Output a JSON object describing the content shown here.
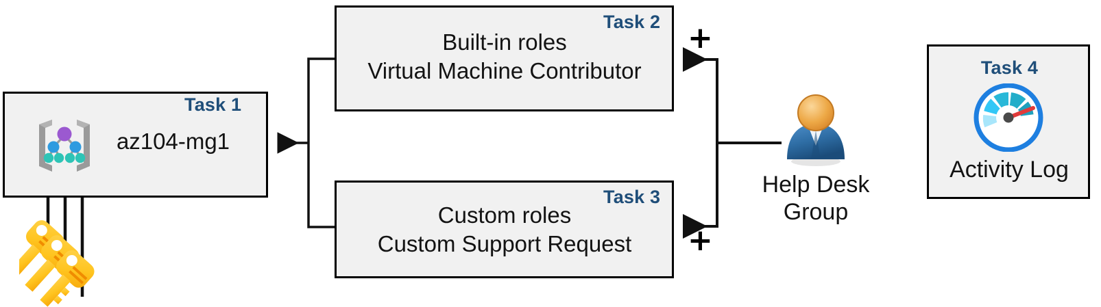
{
  "diagram": {
    "title": "Azure RBAC task diagram",
    "colors": {
      "task_label": "#1F4E79",
      "box_fill": "#F1F1F1",
      "box_border": "#000000",
      "connector": "#000000",
      "key_icon": "#FFC107",
      "person_head": "#E8A33D",
      "person_body": "#2E6DA4",
      "gauge_ring": "#1E7FE0",
      "gauge_needle": "#E03A3A",
      "mg_root_node": "#9B59D0",
      "mg_mid_node": "#2E9BE0",
      "mg_leaf_node": "#2EC4B6",
      "mg_bracket": "#9A9A9A"
    },
    "nodes": [
      {
        "id": "task1",
        "task_label": "Task 1",
        "text": "az104-mg1",
        "icon": "management-group-icon"
      },
      {
        "id": "task2",
        "task_label": "Task 2",
        "text": "Built-in roles\nVirtual Machine Contributor",
        "icon": null
      },
      {
        "id": "task3",
        "task_label": "Task 3",
        "text": "Custom roles\nCustom Support Request",
        "icon": null
      },
      {
        "id": "task4",
        "task_label": "Task 4",
        "text": "Activity Log",
        "icon": "gauge-icon"
      }
    ],
    "actor": {
      "id": "help-desk-group",
      "caption": "Help Desk\nGroup",
      "icon": "user-group-icon"
    },
    "keys": {
      "id": "keys",
      "count": 3,
      "icon": "key-icon"
    },
    "operators": [
      {
        "id": "plus-task2",
        "symbol": "+"
      },
      {
        "id": "plus-task3",
        "symbol": "+"
      }
    ]
  }
}
